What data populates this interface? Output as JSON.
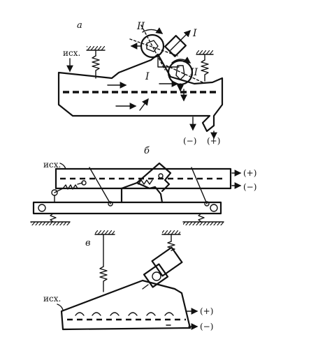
{
  "panels": {
    "a": {
      "letter": "а",
      "input": "исх.",
      "out_minus": "(−)",
      "out_plus": "(+)",
      "roman_2a": "II",
      "roman_1a": "I",
      "roman_1b": "I",
      "roman_2b": "II"
    },
    "b": {
      "letter": "б",
      "input": "исх.",
      "out_plus": "(+)",
      "out_minus": "(−)"
    },
    "v": {
      "letter": "в",
      "input": "исх.",
      "out_plus": "(+)",
      "out_minus": "(−)"
    }
  }
}
